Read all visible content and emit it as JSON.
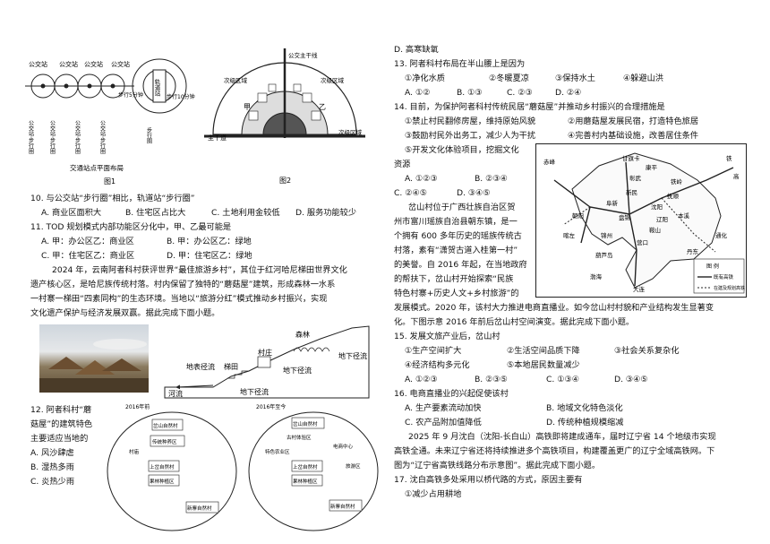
{
  "fig1": {
    "caption": "交通站点平面布局",
    "label": "图1",
    "station": "公交站",
    "rail": "轨道站",
    "ring_bus": "公交站·步行圈",
    "ring_rail": "步行圈",
    "walk5": "步行5分钟",
    "walk10": "步行10分钟"
  },
  "fig2": {
    "label": "图2",
    "bus_main": "公交主干线",
    "main_road": "主干道",
    "sub_zone": "次级区域",
    "zone_a": "甲",
    "zone_b": "乙"
  },
  "left_text": {
    "q10": "10. 与公交站“步行圈”相比，轨道站“步行圈”",
    "q10_opts": [
      "A. 商业区面积大",
      "B. 住宅区占比大",
      "C. 土地利用金较低",
      "D. 服务功能较少"
    ],
    "q11": "11. TOD 规划模式内部功能区分化中，甲、乙最可能是",
    "q11_a": "A. 甲：办公区乙：商业区",
    "q11_b": "B. 甲：办公区乙：绿地",
    "q11_c": "C. 甲：住宅区乙：商业区",
    "q11_d": "D. 甲：住宅区乙：绿地",
    "para1": "2024 年，云南阿者科村获评世界“最佳旅游乡村”，其位于红河哈尼梯田世界文化",
    "para2": "遗产核心区，是哈尼族传统村落。村内保留了独特的“蘑菇屋”建筑，形成森林一水系",
    "para3": "一村寨一梯田“四素同构”的生态环境。当地以“旅游分红”模式推动乡村振兴，实现",
    "para4": "文化遗产保护与经济发展双赢。据此完成下面小题。",
    "q12_1": "12. 阿者科村“蘑",
    "q12_2": "菇屋”的建筑特色",
    "q12_3": "主要适应当地的",
    "q12_a": "A. 风沙肆虐",
    "q12_b": "B. 湿热多雨",
    "q12_c": "C. 炎热少雨"
  },
  "terrain": {
    "forest": "森林",
    "village": "村庄",
    "terrace": "梯田",
    "surface": "地表径流",
    "underground": "地下径流",
    "river": "河流"
  },
  "village_maps": {
    "before_year": "2016年前",
    "after_year": "2016年至今",
    "before_labels": [
      "岔山自然村",
      "传统种养区",
      "村庙",
      "上岔自然村",
      "果林种植区",
      "新寨自然村"
    ],
    "after_labels": [
      "岔山自然村",
      "古村体验区",
      "特色农业区",
      "上岔自然村",
      "果林种植区",
      "新寨自然村",
      "电商中心",
      "旅游区"
    ]
  },
  "right_text": {
    "d_top": "D. 高寒缺氧",
    "q13": "13. 阿者科村布局在半山腰上是因为",
    "q13_items": [
      "①净化水质",
      "②冬暖夏凉",
      "③保持水土",
      "④躲避山洪"
    ],
    "q13_opts": [
      "A. ①②",
      "B. ①③",
      "C. ②③",
      "D. ②④"
    ],
    "q14": "14. 目前，为保护阿者科村传统民居“蘑菇屋”并推动乡村振兴的合理措施是",
    "q14_1": "①禁止村民翻修房屋，维持原始风貌",
    "q14_2": "②用蘑菇屋发展民宿，打造特色旅居",
    "q14_3": "③鼓励村民外出务工，减少人为干扰",
    "q14_4": "④完善村内基础设施，改善居住条件",
    "q14_5": "⑤开发文化体验项目，挖掘文化",
    "q14_5b": "资源",
    "q14_optA": "A. ①②③",
    "q14_optB": "B. ②③④",
    "q14_optC": "C. ②④⑤",
    "q14_optD": "D. ③④⑤",
    "p2_1": "岔山村位于广西壮族自治区贺",
    "p2_2": "州市富川瑶族自治县朝东镇，是一",
    "p2_3": "个拥有 600 多年历史的瑶族传统古",
    "p2_4": "村落，素有“潇贺古道入桂第一村”",
    "p2_5": "的美誉。自 2016 年起，在当地政府",
    "p2_6": "的帮扶下，岔山村开始探索“民族",
    "p2_7": "特色村寨+历史人文+乡村旅游”的",
    "p2_8": "发展模式。2020 年，该村大力推进电商直播业。如今岔山村村貌和产业结构发生显著变",
    "p2_9": "化。下图示意 2016 年前后岔山村空间演变。据此完成下面小题。",
    "q15": "15. 发展文旅产业后，岔山村",
    "q15_1": "①生产空间扩大",
    "q15_2": "②生活空间品质下降",
    "q15_3": "③社会关系复杂化",
    "q15_4": "④经济结构多元化",
    "q15_5": "⑤本地居民数量减少",
    "q15_opts": [
      "A. ①②③",
      "B. ②③⑤",
      "C. ①③④",
      "D. ③④⑤"
    ],
    "q16": "16. 电商直播业的兴起促使该村",
    "q16_a": "A. 生产要素流动加快",
    "q16_b": "B. 地域文化特色淡化",
    "q16_c": "C. 农产品附加值降低",
    "q16_d": "D. 传统种植规模缩减",
    "p3_1": "2025 年 9 月沈白（沈阳-长白山）高铁即将建成通车，届时辽宁省 14 个地级市实现",
    "p3_2": "高铁全通。未来辽宁省还将持续推进多个高铁项目，构建覆盖更广的辽宁全域高铁网。下",
    "p3_3": "图为“辽宁省高铁线路分布示意图”。据此完成下面小题。",
    "q17": "17. 沈白高铁多处采用以桥代路的方式，原因主要有",
    "q17_1": "①减少占用耕地"
  },
  "map": {
    "cities": [
      "赤峰",
      "朝阳",
      "葫芦岛",
      "锦州",
      "阜新",
      "盘锦",
      "鞍山",
      "营口",
      "大连",
      "沈阳",
      "抚顺",
      "铁岭",
      "本溪",
      "丹东",
      "辽阳",
      "新民",
      "彰武",
      "甘旗卡",
      "喀左",
      "康平",
      "通化"
    ],
    "sea": "渤海",
    "legend_title": "图  例",
    "legend_1": "既有高铁",
    "legend_2": "在建及规划高铁",
    "east_label": "铁",
    "east_label2": "高"
  }
}
